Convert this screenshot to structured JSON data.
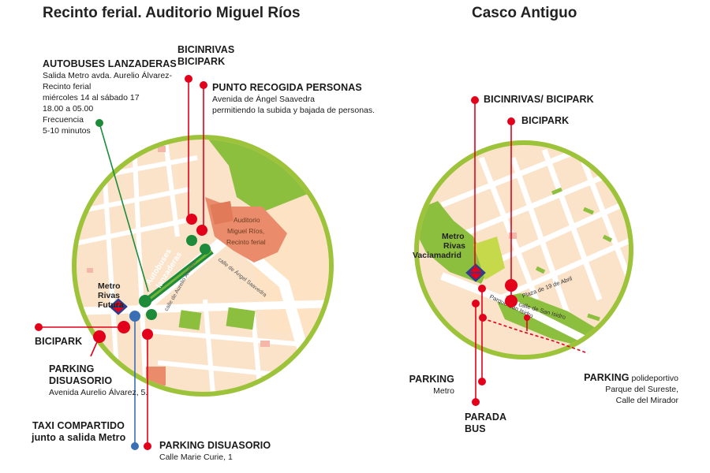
{
  "titles": {
    "left": "Recinto ferial. Auditorio Miguel Ríos",
    "right": "Casco Antiguo"
  },
  "left_map": {
    "autobuses": {
      "heading": "AUTOBUSES LANZADERAS",
      "line1": "Salida Metro  avda. Aurelio Álvarez-",
      "line2": "Recinto ferial",
      "line3": "miércoles 14 al sábado 17",
      "line4": "18.00  a  05.00",
      "line5": "Frecuencia",
      "line6": "5-10 minutos"
    },
    "bicinrivas": {
      "line1": "BICINRIVAS",
      "line2": "BICIPARK"
    },
    "punto_recogida": {
      "heading": "PUNTO RECOGIDA PERSONAS",
      "line1": "Avenida de Ángel Saavedra",
      "line2": "permitiendo la subida y bajada de personas."
    },
    "bicipark": "BICIPARK",
    "parking_disuasorio_left": {
      "line1": "PARKING",
      "line2": "DISUASORIO",
      "line3": "Avenida Aurelio Álvarez, 5."
    },
    "taxi": {
      "line1": "TAXI COMPARTIDO",
      "line2": "junto a salida Metro"
    },
    "parking_disuasorio_bottom": {
      "heading": "PARKING DISUASORIO",
      "line1": "Calle Marie Curie, 1"
    },
    "inside": {
      "auditorio_1": "Auditorio",
      "auditorio_2": "Miguel Ríos,",
      "auditorio_3": "Recinto ferial",
      "metro_1": "Metro",
      "metro_2": "Rivas",
      "metro_3": "Futura",
      "autobuses_1": "Autobuses",
      "autobuses_2": "lanzaderas",
      "calle_aurelio": "calle de Aurelio Álvarez",
      "calle_angel": "calle de Ángel Saavedra"
    }
  },
  "right_map": {
    "bicinrivas": "BICINRIVAS/ BICIPARK",
    "bicipark": "BICIPARK",
    "parking_metro": {
      "line1": "PARKING",
      "line2": "Metro"
    },
    "parada_bus": {
      "line1": "PARADA",
      "line2": "BUS"
    },
    "parking_polideportivo": {
      "heading": "PARKING",
      "heading_rest": " polideportivo",
      "line1": "Parque del Sureste,",
      "line2": "Calle del Mirador"
    },
    "inside": {
      "metro_1": "Metro",
      "metro_2": "Rivas",
      "metro_3": "Vaciamadrid",
      "plaza": "Plaza de 19 de Abril",
      "calle_san_isidro": "calle de San Isidro",
      "parque_san_isidro": "Parque San Isidro"
    }
  },
  "colors": {
    "ring": "#9dc33b",
    "street": "#ffffff",
    "block": "#fbe6cf",
    "park": "#8dbf3f",
    "marker_red": "#e2001a",
    "marker_green": "#1e8b3a",
    "marker_blue": "#3a6fb5",
    "venue": "#ea8c6c",
    "metro_blue": "#2b3f8f"
  }
}
